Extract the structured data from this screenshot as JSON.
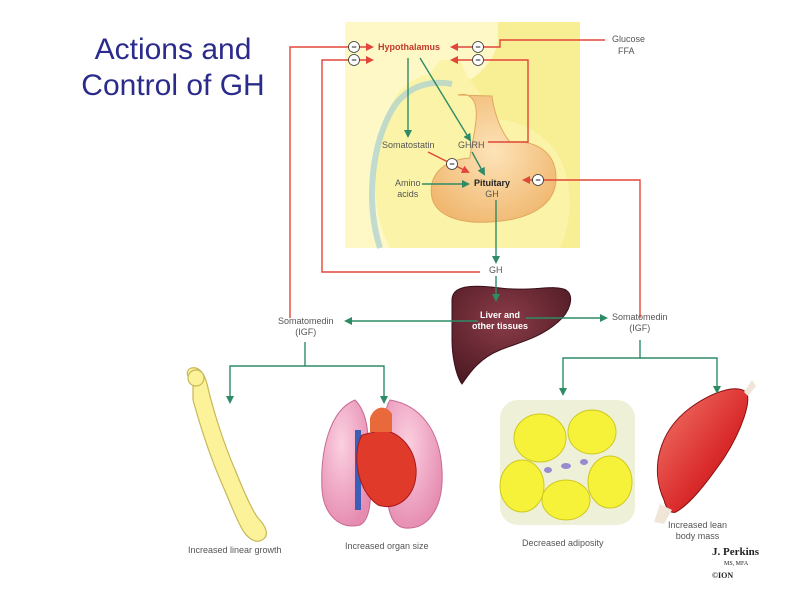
{
  "slide": {
    "title_line1": "Actions and",
    "title_line2": "Control of GH"
  },
  "diagram": {
    "hypothalamus": "Hypothalamus",
    "glucose": "Glucose",
    "ffa": "FFA",
    "somatostatin": "Somatostatin",
    "ghrh": "GHRH",
    "amino_line1": "Amino",
    "amino_line2": "acids",
    "pituitary": "Pituitary",
    "pituitary_gh": "GH",
    "gh": "GH",
    "liver_line1": "Liver and",
    "liver_line2": "other tissues",
    "somatomedin_left_line1": "Somatomedin",
    "somatomedin_left_line2": "(IGF)",
    "somatomedin_right_line1": "Somatomedin",
    "somatomedin_right_line2": "(IGF)",
    "effect_bone": "Increased linear growth",
    "effect_organ": "Increased organ size",
    "effect_fat": "Decreased adiposity",
    "effect_muscle_line1": "Increased lean",
    "effect_muscle_line2": "body mass",
    "inhibit_symbol": "−"
  },
  "credit": {
    "name": "J. Perkins",
    "degree": "MS, MFA",
    "mark": "©ION"
  },
  "colors": {
    "title": "#2b2b8c",
    "stimulate_arrow": "#2e8b66",
    "inhibit_arrow": "#e0463a",
    "brain_bg": "#fbf4a8",
    "pituitary": "#f5c98a",
    "liver": "#6a2a34"
  }
}
